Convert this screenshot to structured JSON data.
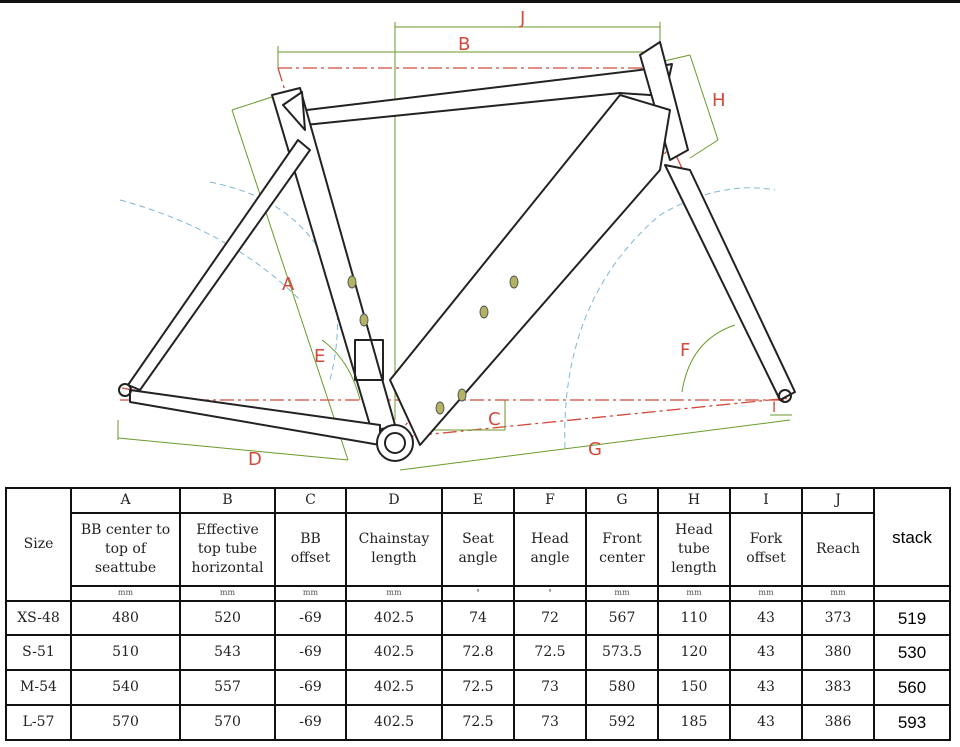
{
  "diagram": {
    "labels": {
      "A": "A",
      "B": "B",
      "C": "C",
      "D": "D",
      "E": "E",
      "F": "F",
      "G": "G",
      "H": "H",
      "I": "I",
      "J": "J"
    },
    "colors": {
      "frame": "#222222",
      "dimension_green": "#6a9a2a",
      "centerline_red": "#d24a3a",
      "arc_blue": "#7fb6d6",
      "slot_olive": "#b3b463"
    }
  },
  "table": {
    "size_header": "Size",
    "letters": [
      "A",
      "B",
      "C",
      "D",
      "E",
      "F",
      "G",
      "H",
      "I",
      "J"
    ],
    "descriptions": [
      [
        "BB center to",
        "top of",
        "seattube"
      ],
      [
        "Effective",
        "top tube",
        "horizontal"
      ],
      [
        "BB",
        "offset"
      ],
      [
        "Chainstay",
        "length"
      ],
      [
        "Seat",
        "angle"
      ],
      [
        "Head",
        "angle"
      ],
      [
        "Front",
        "center"
      ],
      [
        "Head",
        "tube",
        "length"
      ],
      [
        "Fork",
        "offset"
      ],
      [
        "Reach"
      ]
    ],
    "stack_header": "stack",
    "units": [
      "mm",
      "mm",
      "mm",
      "mm",
      "°",
      "°",
      "mm",
      "mm",
      "mm",
      "mm",
      ""
    ],
    "rows": [
      {
        "size": "XS-48",
        "values": [
          "480",
          "520",
          "-69",
          "402.5",
          "74",
          "72",
          "567",
          "110",
          "43",
          "373"
        ],
        "stack": "519"
      },
      {
        "size": "S-51",
        "values": [
          "510",
          "543",
          "-69",
          "402.5",
          "72.8",
          "72.5",
          "573.5",
          "120",
          "43",
          "380"
        ],
        "stack": "530"
      },
      {
        "size": "M-54",
        "values": [
          "540",
          "557",
          "-69",
          "402.5",
          "72.5",
          "73",
          "580",
          "150",
          "43",
          "383"
        ],
        "stack": "560"
      },
      {
        "size": "L-57",
        "values": [
          "570",
          "570",
          "-69",
          "402.5",
          "72.5",
          "73",
          "592",
          "185",
          "43",
          "386"
        ],
        "stack": "593"
      }
    ]
  }
}
